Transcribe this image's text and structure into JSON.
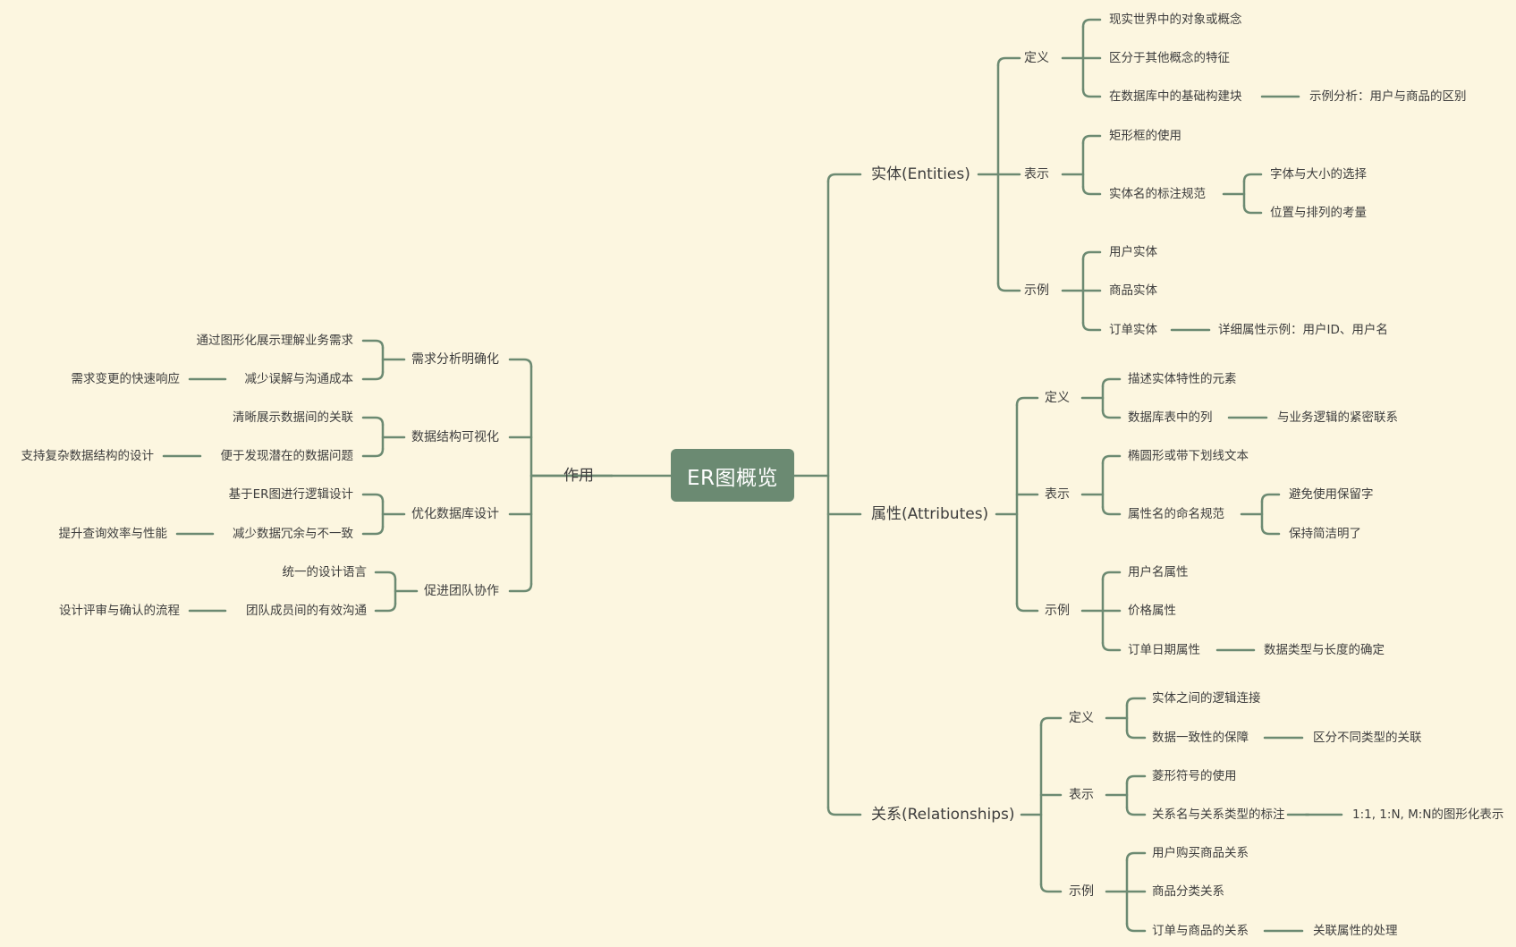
{
  "root": "ER图概览",
  "branches": [
    {
      "id": "entities",
      "label": "实体(Entities)",
      "groups": [
        {
          "id": "definition",
          "label": "定义",
          "items": [
            {
              "label": "现实世界中的对象或概念"
            },
            {
              "label": "区分于其他概念的特征"
            },
            {
              "label": "在数据库中的基础构建块",
              "children": [
                "示例分析：用户与商品的区别"
              ]
            }
          ]
        },
        {
          "id": "representation",
          "label": "表示",
          "items": [
            {
              "label": "矩形框的使用"
            },
            {
              "label": "实体名的标注规范",
              "children": [
                "字体与大小的选择",
                "位置与排列的考量"
              ]
            }
          ]
        },
        {
          "id": "examples",
          "label": "示例",
          "items": [
            {
              "label": "用户实体"
            },
            {
              "label": "商品实体"
            },
            {
              "label": "订单实体",
              "children": [
                "详细属性示例：用户ID、用户名"
              ]
            }
          ]
        }
      ]
    },
    {
      "id": "attributes",
      "label": "属性(Attributes)",
      "groups": [
        {
          "id": "definition",
          "label": "定义",
          "items": [
            {
              "label": "描述实体特性的元素"
            },
            {
              "label": "数据库表中的列",
              "children": [
                "与业务逻辑的紧密联系"
              ]
            }
          ]
        },
        {
          "id": "representation",
          "label": "表示",
          "items": [
            {
              "label": "椭圆形或带下划线文本"
            },
            {
              "label": "属性名的命名规范",
              "children": [
                "避免使用保留字",
                "保持简洁明了"
              ]
            }
          ]
        },
        {
          "id": "examples",
          "label": "示例",
          "items": [
            {
              "label": "用户名属性"
            },
            {
              "label": "价格属性"
            },
            {
              "label": "订单日期属性",
              "children": [
                "数据类型与长度的确定"
              ]
            }
          ]
        }
      ]
    },
    {
      "id": "relationships",
      "label": "关系(Relationships)",
      "groups": [
        {
          "id": "definition",
          "label": "定义",
          "items": [
            {
              "label": "实体之间的逻辑连接"
            },
            {
              "label": "数据一致性的保障",
              "children": [
                "区分不同类型的关联"
              ]
            }
          ]
        },
        {
          "id": "representation",
          "label": "表示",
          "items": [
            {
              "label": "菱形符号的使用"
            },
            {
              "label": "关系名与关系类型的标注",
              "children": [
                "1:1, 1:N, M:N的图形化表示"
              ]
            }
          ]
        },
        {
          "id": "examples",
          "label": "示例",
          "items": [
            {
              "label": "用户购买商品关系"
            },
            {
              "label": "商品分类关系"
            },
            {
              "label": "订单与商品的关系",
              "children": [
                "关联属性的处理"
              ]
            }
          ]
        }
      ]
    },
    {
      "id": "purpose",
      "label": "作用",
      "groups": [
        {
          "id": "requirements",
          "label": "需求分析明确化",
          "items": [
            {
              "label": "通过图形化展示理解业务需求"
            },
            {
              "label": "减少误解与沟通成本",
              "children": [
                "需求变更的快速响应"
              ]
            }
          ]
        },
        {
          "id": "visualization",
          "label": "数据结构可视化",
          "items": [
            {
              "label": "清晰展示数据间的关联"
            },
            {
              "label": "便于发现潜在的数据问题",
              "children": [
                "支持复杂数据结构的设计"
              ]
            }
          ]
        },
        {
          "id": "optimization",
          "label": "优化数据库设计",
          "items": [
            {
              "label": "基于ER图进行逻辑设计"
            },
            {
              "label": "减少数据冗余与不一致",
              "children": [
                "提升查询效率与性能"
              ]
            }
          ]
        },
        {
          "id": "teamwork",
          "label": "促进团队协作",
          "items": [
            {
              "label": "统一的设计语言"
            },
            {
              "label": "团队成员间的有效沟通",
              "children": [
                "设计评审与确认的流程"
              ]
            }
          ]
        }
      ]
    }
  ],
  "colors": {
    "background": "#fcf6e0",
    "line": "#6c8a72",
    "root_fill": "#6b8a72",
    "text": "#3d3d3d"
  }
}
